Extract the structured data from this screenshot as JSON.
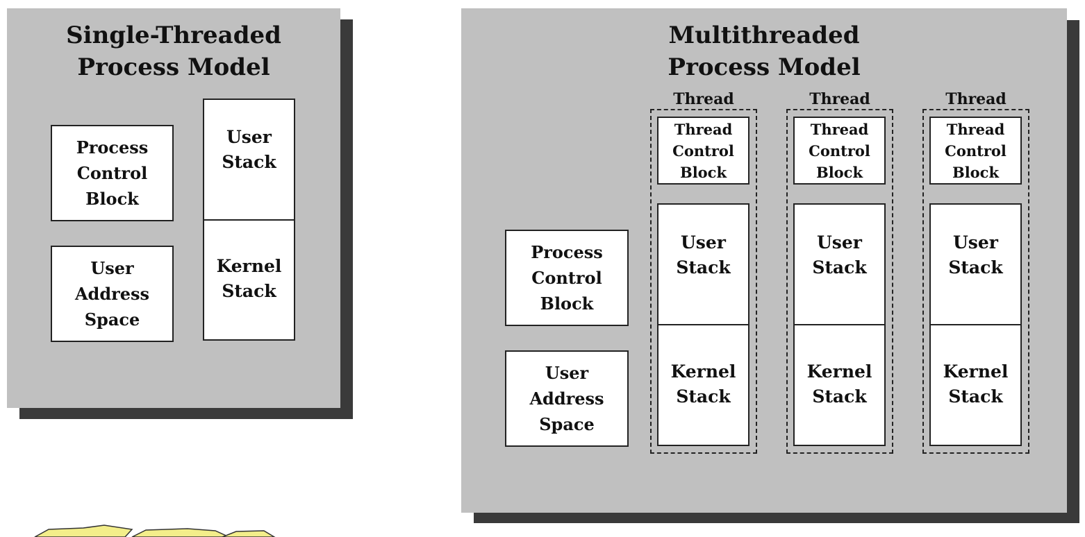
{
  "single": {
    "title": "Single-Threaded\nProcess Model",
    "pcb": "Process\nControl\nBlock",
    "uas": "User\nAddress\nSpace",
    "user_stack": "User\nStack",
    "kernel_stack": "Kernel\nStack"
  },
  "multi": {
    "title": "Multithreaded\nProcess Model",
    "pcb": "Process\nControl\nBlock",
    "uas": "User\nAddress\nSpace",
    "threads": [
      {
        "label": "Thread",
        "tcb": "Thread\nControl\nBlock",
        "user_stack": "User\nStack",
        "kernel_stack": "Kernel\nStack"
      },
      {
        "label": "Thread",
        "tcb": "Thread\nControl\nBlock",
        "user_stack": "User\nStack",
        "kernel_stack": "Kernel\nStack"
      },
      {
        "label": "Thread",
        "tcb": "Thread\nControl\nBlock",
        "user_stack": "User\nStack",
        "kernel_stack": "Kernel\nStack"
      }
    ]
  },
  "colors": {
    "panel": "#c0c0c0",
    "shadow": "#3a3a3a",
    "box": "#ffffff",
    "decoration": "#f3ee8a"
  }
}
